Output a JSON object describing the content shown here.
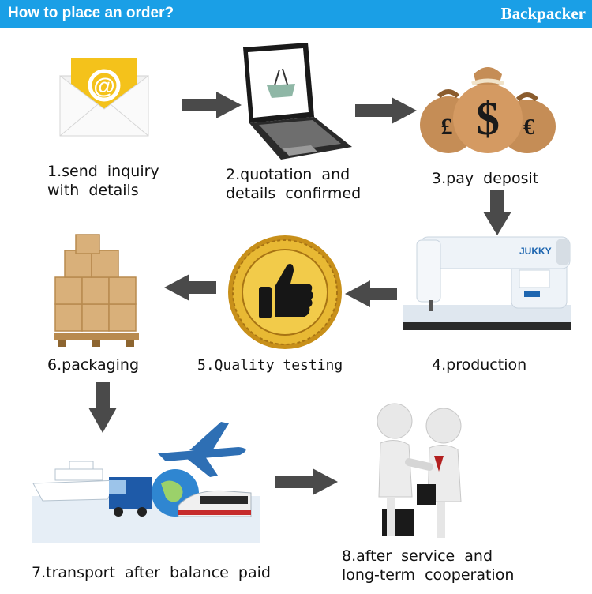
{
  "header": {
    "title": "How to place an order?",
    "brand": "Backpacker"
  },
  "steps": [
    {
      "label": "1.send  inquiry\nwith  details",
      "icon": "email-envelope-icon"
    },
    {
      "label": "2.quotation  and\ndetails  confirmed",
      "icon": "laptop-icon"
    },
    {
      "label": "3.pay  deposit",
      "icon": "money-bags-icon"
    },
    {
      "label": "4.production",
      "icon": "sewing-machine-icon"
    },
    {
      "label": "5.Quality testing",
      "icon": "thumbs-up-seal-icon"
    },
    {
      "label": "6.packaging",
      "icon": "boxes-pallet-icon"
    },
    {
      "label": "7.transport  after  balance  paid",
      "icon": "transport-vehicles-icon"
    },
    {
      "label": "8.after  service  and\nlong-term  cooperation",
      "icon": "handshake-icon"
    }
  ],
  "colors": {
    "header": "#1a9fe6",
    "arrow": "#4a4a4a",
    "gold": "#e2b22a"
  }
}
